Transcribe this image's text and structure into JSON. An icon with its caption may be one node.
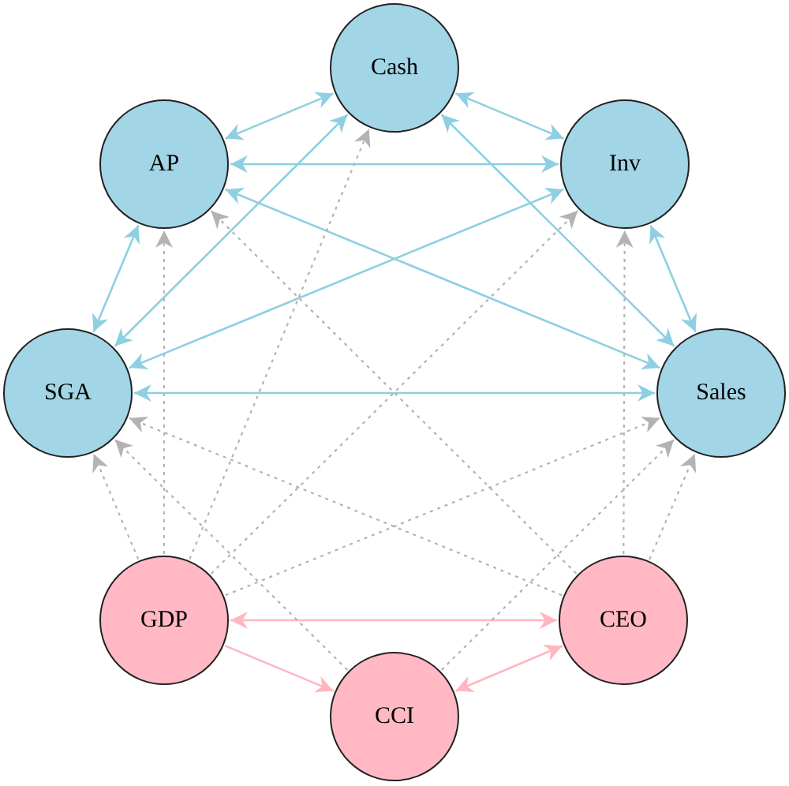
{
  "diagram": {
    "nodes": [
      {
        "text": [
          "Cash"
        ]
      },
      {
        "text": [
          "AP"
        ]
      },
      {
        "text": [
          "Inv"
        ]
      },
      {
        "text": [
          "SGA"
        ]
      },
      {
        "text": [
          "Sales"
        ]
      },
      {
        "text": [
          "GDP"
        ]
      },
      {
        "text": [
          "CEO"
        ]
      },
      {
        "text": [
          "CCI"
        ]
      }
    ],
    "edges": [
      {
        "from": 0,
        "to": 1,
        "arrow": "both",
        "color": "#8ecfe2"
      },
      {
        "from": 0,
        "to": 2,
        "arrow": "both",
        "color": "#8ecfe2"
      },
      {
        "from": 1,
        "to": 2,
        "arrow": "both",
        "color": "#8ecfe2"
      },
      {
        "from": 1,
        "to": 3,
        "arrow": "both",
        "color": "#8ecfe2"
      },
      {
        "from": 2,
        "to": 4,
        "arrow": "both",
        "color": "#8ecfe2"
      },
      {
        "from": 0,
        "to": 3,
        "arrow": "both",
        "color": "#8ecfe2"
      },
      {
        "from": 0,
        "to": 4,
        "arrow": "both",
        "color": "#8ecfe2"
      },
      {
        "from": 1,
        "to": 4,
        "arrow": "both",
        "color": "#8ecfe2"
      },
      {
        "from": 2,
        "to": 3,
        "arrow": "both",
        "color": "#8ecfe2"
      },
      {
        "from": 3,
        "to": 4,
        "arrow": "both",
        "color": "#8ecfe2"
      },
      {
        "from": 5,
        "to": 6,
        "arrow": "both",
        "color": "#ffb6c1"
      },
      {
        "from": 5,
        "to": 7,
        "arrow": "to",
        "color": "#ffb6c1"
      },
      {
        "from": 7,
        "to": 6,
        "arrow": "both",
        "color": "#ffb6c1"
      },
      {
        "from": 5,
        "to": 0,
        "arrow": "to",
        "style": "dashed"
      },
      {
        "from": 5,
        "to": 1,
        "arrow": "to",
        "style": "dashed"
      },
      {
        "from": 5,
        "to": 2,
        "arrow": "to",
        "style": "dashed"
      },
      {
        "from": 5,
        "to": 3,
        "arrow": "to",
        "style": "dashed"
      },
      {
        "from": 5,
        "to": 4,
        "arrow": "to",
        "style": "dashed"
      },
      {
        "from": 6,
        "to": 1,
        "arrow": "to",
        "style": "dashed"
      },
      {
        "from": 6,
        "to": 2,
        "arrow": "to",
        "style": "dashed"
      },
      {
        "from": 6,
        "to": 3,
        "arrow": "to",
        "style": "dashed"
      },
      {
        "from": 6,
        "to": 4,
        "arrow": "to",
        "style": "dashed"
      },
      {
        "from": 7,
        "to": 3,
        "arrow": "to",
        "style": "dashed"
      },
      {
        "from": 7,
        "to": 4,
        "arrow": "to",
        "style": "dashed"
      }
    ]
  }
}
